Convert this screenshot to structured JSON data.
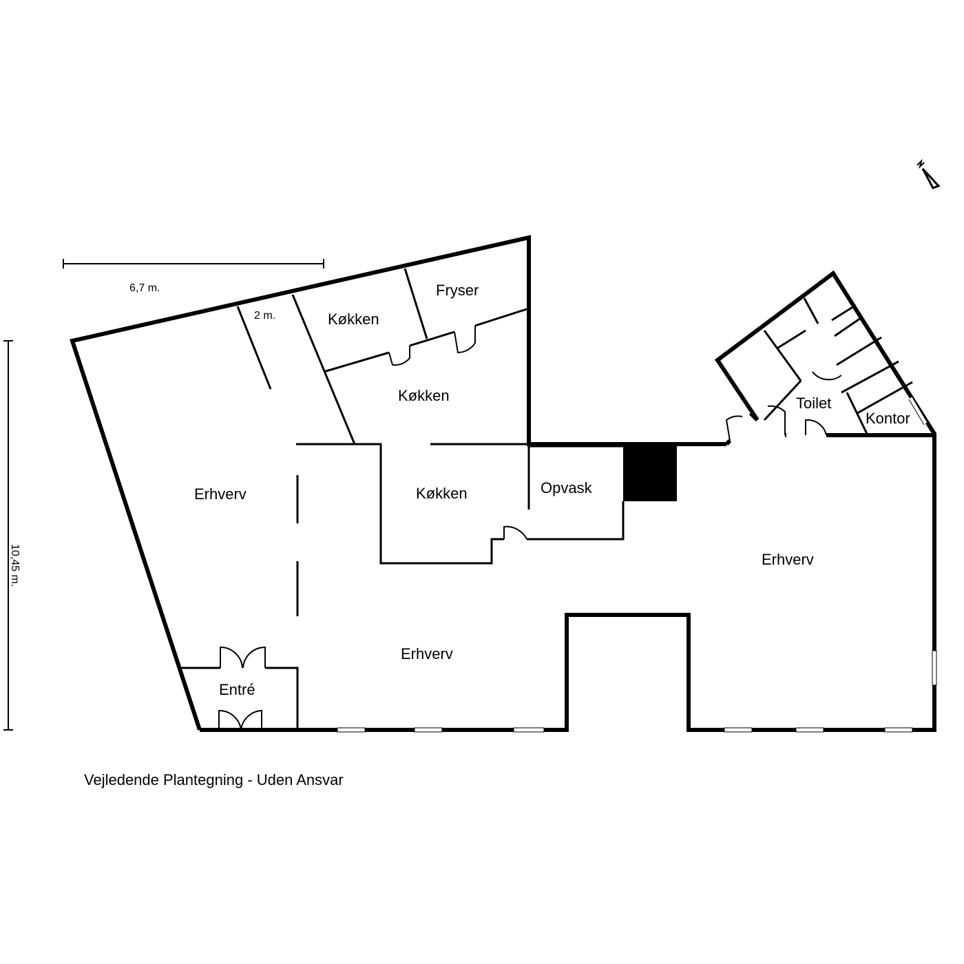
{
  "rooms": {
    "erhverv_left": "Erhverv",
    "erhverv_center": "Erhverv",
    "erhverv_right": "Erhverv",
    "kokken_top": "Køkken",
    "kokken_mid": "Køkken",
    "kokken_low": "Køkken",
    "fryser": "Fryser",
    "opvask": "Opvask",
    "toilet": "Toilet",
    "kontor": "Kontor",
    "entre": "Entré"
  },
  "dimensions": {
    "width": "6,7 m.",
    "height": "10,45 m.",
    "small": "2 m."
  },
  "north_label": "N",
  "footer": "Vejledende Plantegning - Uden Ansvar"
}
